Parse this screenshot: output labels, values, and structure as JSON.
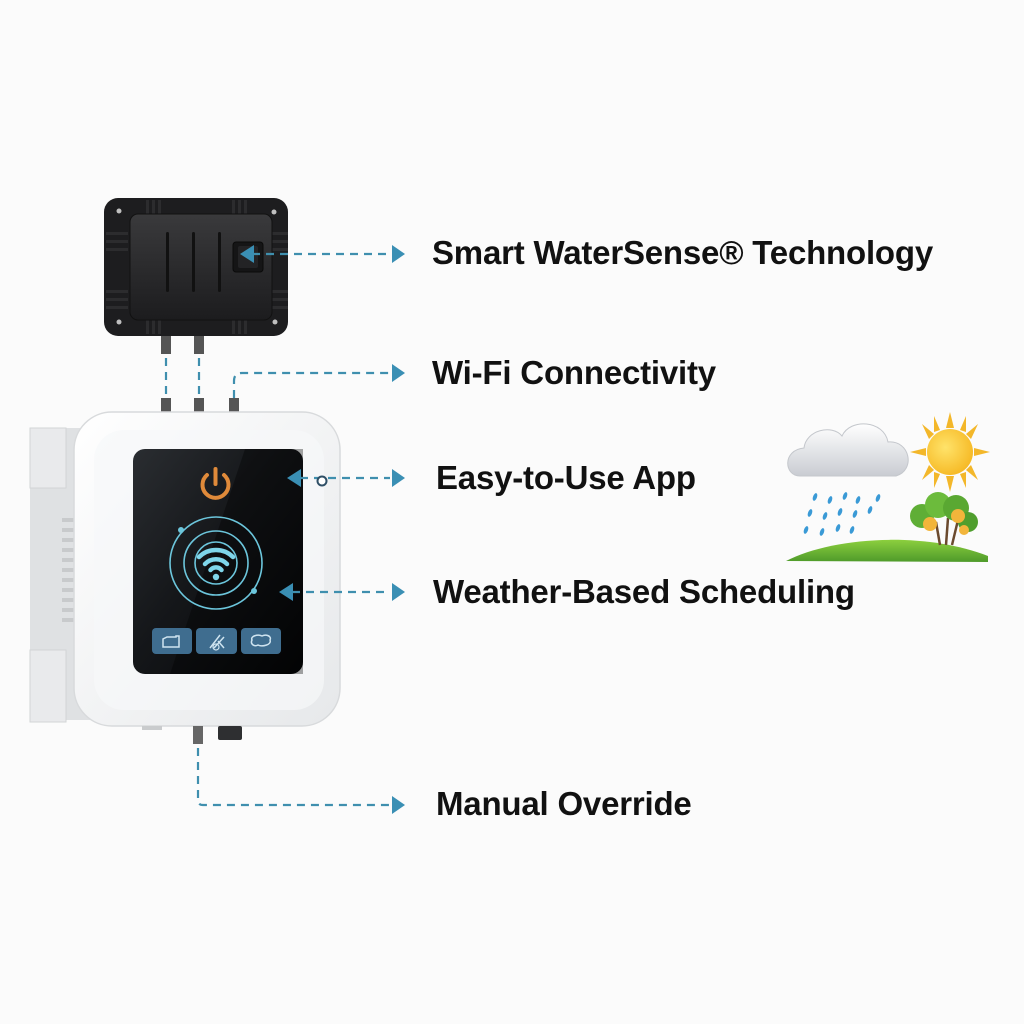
{
  "features": [
    {
      "id": "smart-watersense",
      "label": "Smart WaterSense® Technology"
    },
    {
      "id": "wifi",
      "label": "Wi-Fi Connectivity"
    },
    {
      "id": "app",
      "label": "Easy-to-Use App"
    },
    {
      "id": "weather",
      "label": "Weather-Based Scheduling"
    },
    {
      "id": "manual",
      "label": "Manual Override"
    }
  ],
  "device": {
    "sensor_module": "black-sensor-module",
    "controller": "white-smart-controller",
    "screen_icons": [
      "power-icon",
      "wifi-icon",
      "valve-icon",
      "sprinkler-icon",
      "cloud-icon"
    ]
  },
  "colors": {
    "leader_line": "#3f8fae",
    "arrow": "#3a8fb4",
    "power_icon": "#e08a3a",
    "screen_accent": "#7fd6ea",
    "screen_bg": "#0d0f12",
    "label_text": "#111111"
  },
  "illustration": [
    "cloud-icon",
    "rain-icon",
    "sun-icon",
    "tree-icon",
    "hill-icon"
  ]
}
